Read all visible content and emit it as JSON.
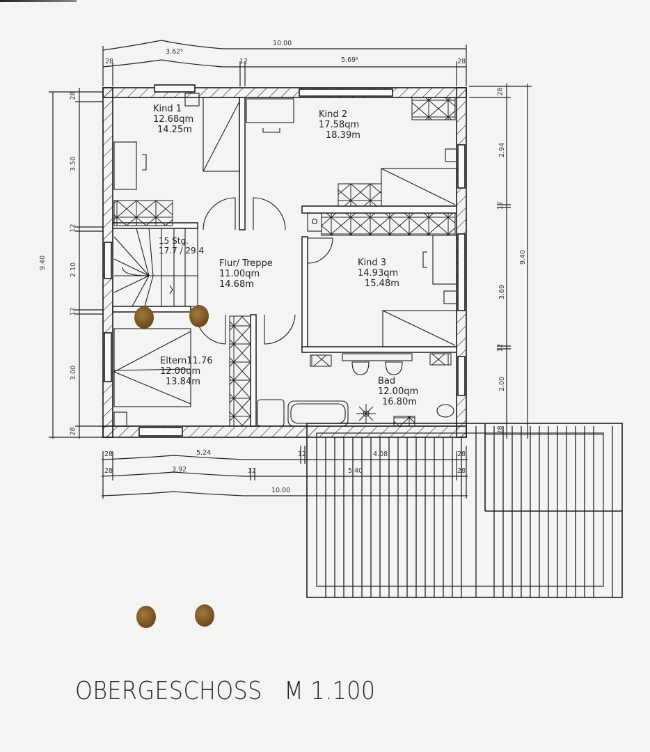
{
  "drawing": {
    "title": "OBERGESCHOSS",
    "scale": "M 1.100"
  },
  "rooms": [
    {
      "name": "Kind 1",
      "area_qm": "12.68qm",
      "perimeter": "14.25m"
    },
    {
      "name": "Kind 2",
      "area_qm": "17.58qm",
      "perimeter": "18.39m"
    },
    {
      "name": "Flur/ Treppe",
      "area_qm": "11.00qm",
      "perimeter": "14.68m"
    },
    {
      "name": "Kind 3",
      "area_qm": "14.93qm",
      "perimeter": "15.48m"
    },
    {
      "name": "Eltern11.76",
      "area_qm": "12.00qm",
      "perimeter": "13.84m"
    },
    {
      "name": "Bad",
      "area_qm": "12.00qm",
      "perimeter": "16.80m"
    }
  ],
  "stairs": {
    "steps": "15 Stg.",
    "ratio": "17.7 / 29.4"
  },
  "dimensions": {
    "top": {
      "overall": "10.00",
      "wall_left": "28",
      "segment_1": "3.62⁵",
      "inner_wall": "12",
      "segment_2": "5.69⁵",
      "wall_right": "28"
    },
    "bottom": {
      "row1": {
        "wall_left": "28",
        "segment_1": "5.24",
        "inner_wall": "12",
        "segment_2": "4.08",
        "wall_right": "28"
      },
      "row2": {
        "wall_left": "28",
        "segment_1": "3.92",
        "inner_wall": "12",
        "segment_2": "5.40",
        "wall_right": "28"
      },
      "overall": "10.00"
    },
    "left": {
      "overall": "9.40",
      "wall_top": "28",
      "segment_1": "3.50",
      "inner_wall_1": "12",
      "segment_2": "2.10",
      "inner_wall_2": "12",
      "segment_3": "3.00",
      "wall_bottom": "28"
    },
    "right": {
      "overall": "9.40",
      "wall_top": "28",
      "segment_1": "2.94",
      "inner_wall_1": "12",
      "segment_2": "3.69",
      "inner_wall_2": "12",
      "segment_3": "2.00",
      "wall_bottom": "28"
    }
  }
}
